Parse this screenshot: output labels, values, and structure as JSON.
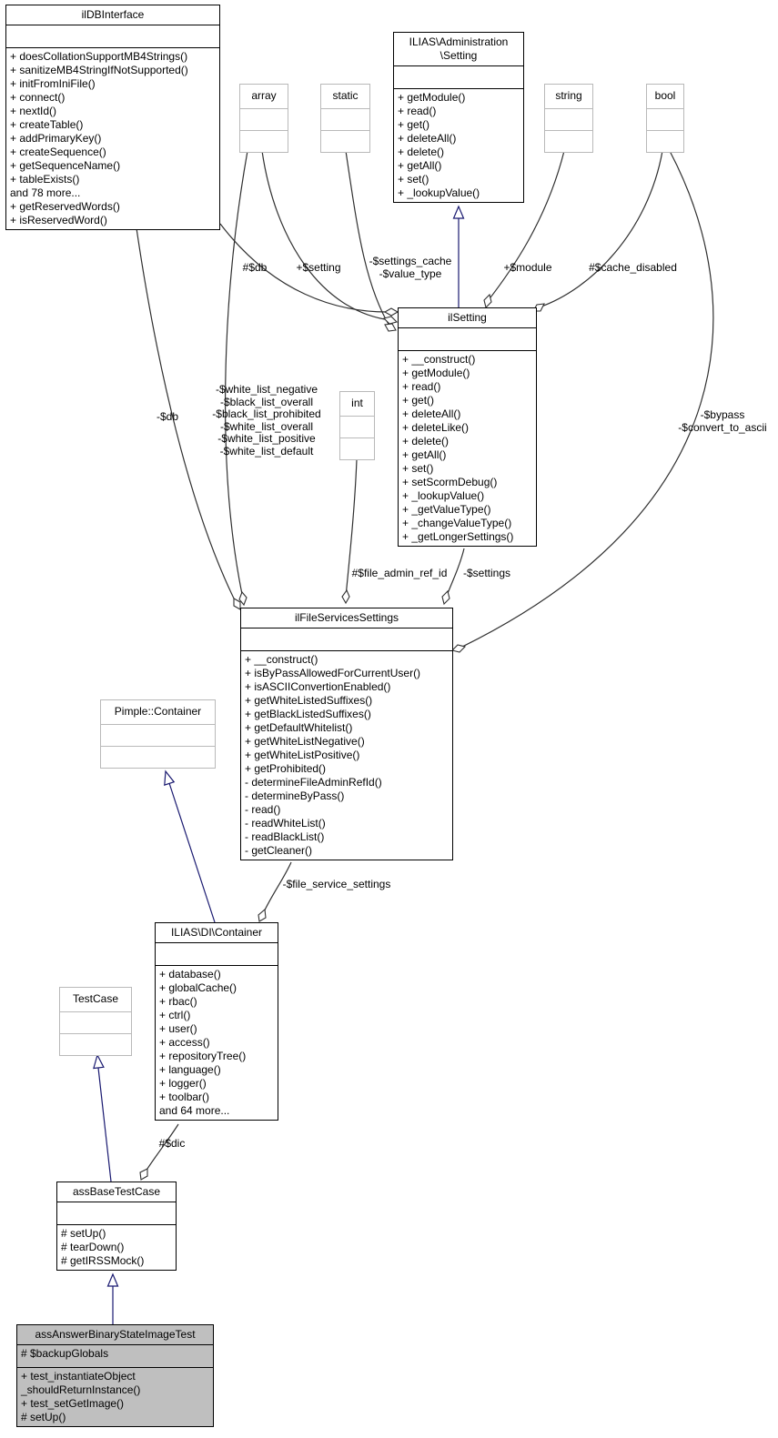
{
  "colors": {
    "aggregation_edge": "#303030",
    "inheritance_edge": "#191970",
    "highlight_fill": "#bfbfbf",
    "external_border": "#b9b9b9"
  },
  "classes": {
    "ilDBInterface": {
      "title": "ilDBInterface",
      "attrs": [],
      "methods": [
        "+ doesCollationSupportMB4Strings()",
        "+ sanitizeMB4StringIfNotSupported()",
        "+ initFromIniFile()",
        "+ connect()",
        "+ nextId()",
        "+ createTable()",
        "+ addPrimaryKey()",
        "+ createSequence()",
        "+ getSequenceName()",
        "+ tableExists()",
        "and 78 more...",
        "+ getReservedWords()",
        "+ isReservedWord()"
      ]
    },
    "adminSetting": {
      "title": "ILIAS\\Administration\n\\Setting",
      "attrs": [],
      "methods": [
        "+ getModule()",
        "+ read()",
        "+ get()",
        "+ deleteAll()",
        "+ delete()",
        "+ getAll()",
        "+ set()",
        "+ _lookupValue()"
      ]
    },
    "arrayType": {
      "title": "array",
      "attrs": [],
      "methods": []
    },
    "staticType": {
      "title": "static",
      "attrs": [],
      "methods": []
    },
    "stringType": {
      "title": "string",
      "attrs": [],
      "methods": []
    },
    "boolType": {
      "title": "bool",
      "attrs": [],
      "methods": []
    },
    "intType": {
      "title": "int",
      "attrs": [],
      "methods": []
    },
    "ilSetting": {
      "title": "ilSetting",
      "attrs": [],
      "methods": [
        "+ __construct()",
        "+ getModule()",
        "+ read()",
        "+ get()",
        "+ deleteAll()",
        "+ deleteLike()",
        "+ delete()",
        "+ getAll()",
        "+ set()",
        "+ setScormDebug()",
        "+ _lookupValue()",
        "+ _getValueType()",
        "+ _changeValueType()",
        "+ _getLongerSettings()"
      ]
    },
    "ilFileServicesSettings": {
      "title": "ilFileServicesSettings",
      "attrs": [],
      "methods": [
        "+ __construct()",
        "+ isByPassAllowedForCurrentUser()",
        "+ isASCIIConvertionEnabled()",
        "+ getWhiteListedSuffixes()",
        "+ getBlackListedSuffixes()",
        "+ getDefaultWhitelist()",
        "+ getWhiteListNegative()",
        "+ getWhiteListPositive()",
        "+ getProhibited()",
        "- determineFileAdminRefId()",
        "- determineByPass()",
        "- read()",
        "- readWhiteList()",
        "- readBlackList()",
        "- getCleaner()"
      ]
    },
    "pimpleContainer": {
      "title": "Pimple::Container",
      "attrs": [],
      "methods": []
    },
    "diContainer": {
      "title": "ILIAS\\DI\\Container",
      "attrs": [],
      "methods": [
        "+ database()",
        "+ globalCache()",
        "+ rbac()",
        "+ ctrl()",
        "+ user()",
        "+ access()",
        "+ repositoryTree()",
        "+ language()",
        "+ logger()",
        "+ toolbar()",
        "and 64 more..."
      ]
    },
    "testCase": {
      "title": "TestCase",
      "attrs": [],
      "methods": []
    },
    "assBaseTestCase": {
      "title": "assBaseTestCase",
      "attrs": [],
      "methods": [
        "# setUp()",
        "# tearDown()",
        "# getIRSSMock()"
      ]
    },
    "assAnswerBinaryStateImageTest": {
      "title": "assAnswerBinaryStateImageTest",
      "attrs": [
        "# $backupGlobals"
      ],
      "methods": [
        "+ test_instantiateObject\n_shouldReturnInstance()",
        "+ test_setGetImage()",
        "# setUp()"
      ]
    }
  },
  "edge_labels": {
    "db_ilsetting": "#$db",
    "setting": "+$setting",
    "settings_cache": "-$settings_cache\n-$value_type",
    "module": "+$module",
    "cache_disabled": "#$cache_disabled",
    "db_fileservices": "-$db",
    "white_lists": "-$white_list_negative\n-$black_list_overall\n-$black_list_prohibited\n-$white_list_overall\n-$white_list_positive\n-$white_list_default",
    "file_admin_ref_id": "#$file_admin_ref_id",
    "settings": "-$settings",
    "bypass": "-$bypass\n-$convert_to_ascii",
    "file_service_settings": "-$file_service_settings",
    "dic": "#$dic"
  }
}
